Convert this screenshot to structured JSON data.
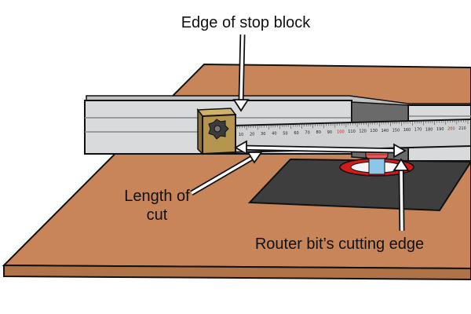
{
  "annotations": {
    "stop_block_edge": "Edge of stop block",
    "length_of_cut_line1": "Length of",
    "length_of_cut_line2": "cut",
    "router_bit_edge": "Router bit’s cutting edge"
  },
  "ruler": {
    "tick_labels": [
      "10",
      "20",
      "30",
      "40",
      "50",
      "60",
      "70",
      "80",
      "90",
      "100",
      "110",
      "120",
      "130",
      "140",
      "150",
      "160",
      "170",
      "180",
      "190",
      "200",
      "210"
    ],
    "red_labels": [
      "100",
      "200"
    ]
  },
  "colors": {
    "wood": "#c8855a",
    "wood_edge": "#9a5a33",
    "fence": "#d9dadb",
    "insert_plate": "#3e3e3e",
    "ring": "#d11b1b",
    "stop_block": "#b5944e",
    "ruler": "#cfd1d3"
  }
}
